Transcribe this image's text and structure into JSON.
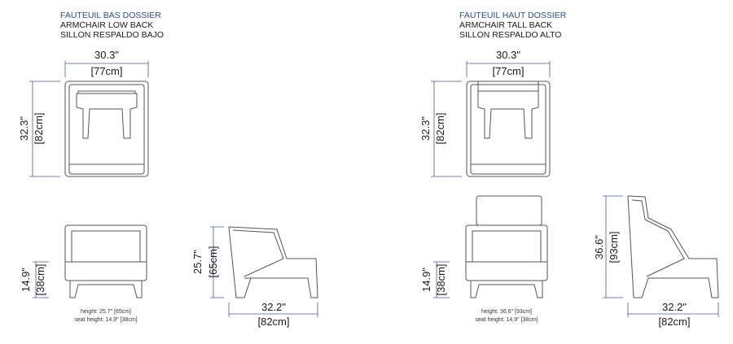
{
  "low": {
    "title": "FAUTEUIL BAS DOSSIER",
    "line2": "ARMCHAIR LOW BACK",
    "line3": "SILLON RESPALDO BAJO",
    "top_width_in": "30.3\"",
    "top_width_cm": "[77cm]",
    "top_depth_in": "32.3\"",
    "top_depth_cm": "[82cm]",
    "front_seat_in": "14.9\"",
    "front_seat_cm": "[38cm]",
    "side_height_in": "25.7\"",
    "side_height_cm": "[65cm]",
    "side_depth_in": "32.2\"",
    "side_depth_cm": "[82cm]",
    "note_height": "height: 25.7\" [65cm]",
    "note_seat": "seat height: 14.9\" [38cm]"
  },
  "tall": {
    "title": "FAUTEUIL HAUT DOSSIER",
    "line2": "ARMCHAIR TALL BACK",
    "line3": "SILLON RESPALDO ALTO",
    "top_width_in": "30.3\"",
    "top_width_cm": "[77cm]",
    "top_depth_in": "32.3\"",
    "top_depth_cm": "[82cm]",
    "front_seat_in": "14.9\"",
    "front_seat_cm": "[38cm]",
    "side_height_in": "36.6\"",
    "side_height_cm": "[93cm]",
    "side_depth_in": "32.2\"",
    "side_depth_cm": "[82cm]",
    "note_height": "height: 36.6\" [93cm]",
    "note_seat": "seat height: 14.9\" [38cm]"
  }
}
